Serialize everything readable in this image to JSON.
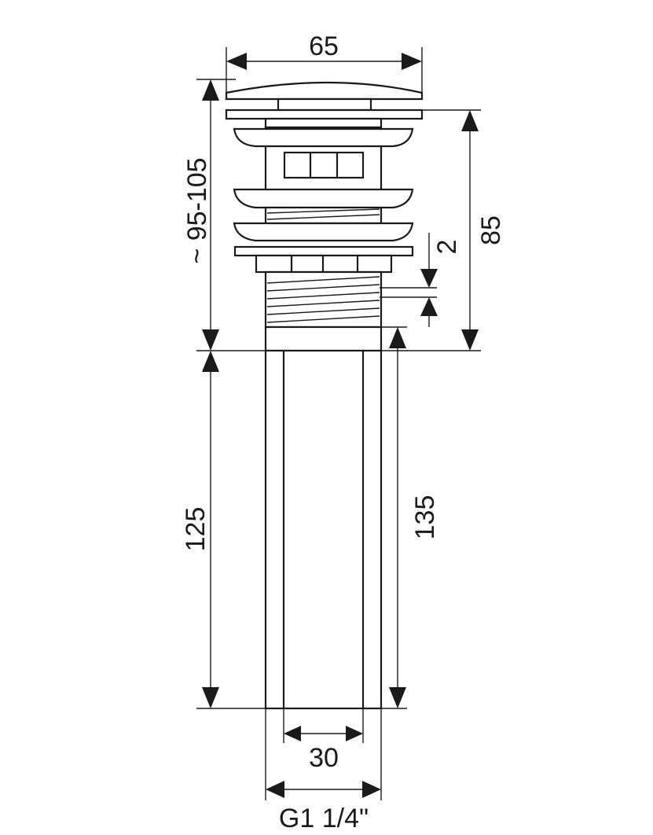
{
  "dimensions": {
    "cap_width": "65",
    "total_height": "~ 95-105",
    "body_height": "85",
    "thread_pitch": "2",
    "tail_length": "125",
    "tail_overall": "135",
    "tail_inner": "30",
    "thread_size": "G1 1/4\""
  },
  "colors": {
    "line": "#1a1a1a",
    "background": "#ffffff"
  }
}
